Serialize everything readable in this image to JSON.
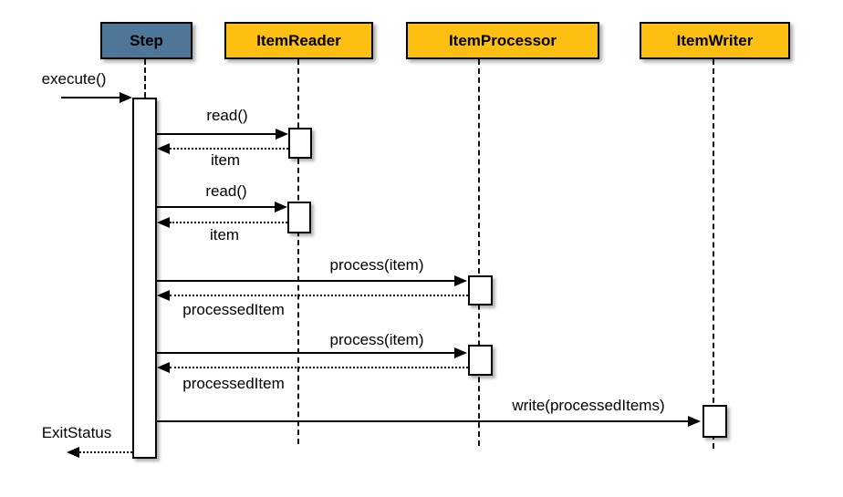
{
  "diagram_type": "uml-sequence-diagram",
  "colors": {
    "background": "#FFFFFF",
    "step_actor_fill": "#4E7699",
    "participant_fill": "#FCBF12",
    "line_color": "#000000",
    "text_color": "#000000"
  },
  "actors": [
    {
      "label": "Step",
      "kind": "step"
    },
    {
      "label": "ItemReader",
      "kind": "participant"
    },
    {
      "label": "ItemProcessor",
      "kind": "participant"
    },
    {
      "label": "ItemWriter",
      "kind": "participant"
    }
  ],
  "messages": [
    {
      "label": "execute()",
      "type": "call",
      "from": "caller",
      "to": "Step"
    },
    {
      "label": "read()",
      "type": "call",
      "from": "Step",
      "to": "ItemReader"
    },
    {
      "label": "item",
      "type": "return",
      "from": "ItemReader",
      "to": "Step"
    },
    {
      "label": "read()",
      "type": "call",
      "from": "Step",
      "to": "ItemReader"
    },
    {
      "label": "item",
      "type": "return",
      "from": "ItemReader",
      "to": "Step"
    },
    {
      "label": "process(item)",
      "type": "call",
      "from": "Step",
      "to": "ItemProcessor"
    },
    {
      "label": "processedItem",
      "type": "return",
      "from": "ItemProcessor",
      "to": "Step"
    },
    {
      "label": "process(item)",
      "type": "call",
      "from": "Step",
      "to": "ItemProcessor"
    },
    {
      "label": "processedItem",
      "type": "return",
      "from": "ItemProcessor",
      "to": "Step"
    },
    {
      "label": "write(processedItems)",
      "type": "call",
      "from": "Step",
      "to": "ItemWriter"
    },
    {
      "label": "ExitStatus",
      "type": "return",
      "from": "Step",
      "to": "caller"
    }
  ]
}
